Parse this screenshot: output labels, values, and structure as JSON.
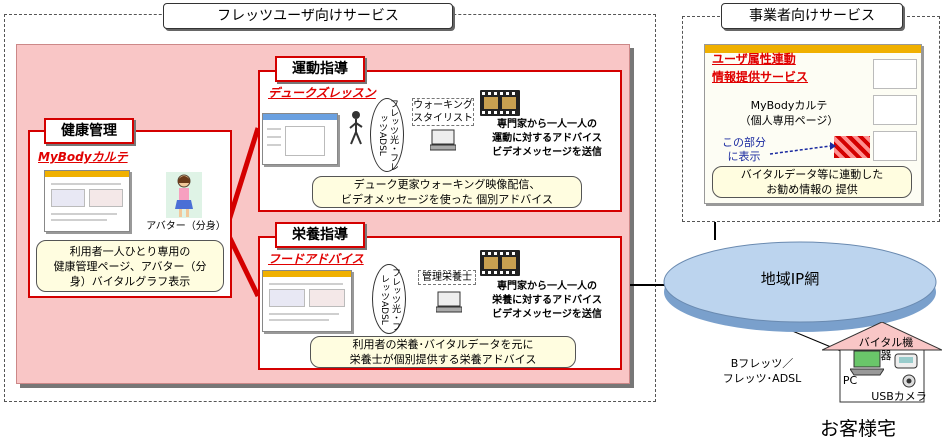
{
  "regions": {
    "flets_services": "フレッツユーザ向けサービス",
    "business_services": "事業者向けサービス"
  },
  "health": {
    "label": "健康管理",
    "title": "MyBodyカルテ",
    "avatar_caption": "アバター（分身）",
    "description": "利用者一人ひとり専用の\n健康管理ページ、アバター（分\n身）バイタルグラフ表示"
  },
  "exercise": {
    "label": "運動指導",
    "title": "デュークズレッスン",
    "line_label": "フレッツ光・フレッツADSL",
    "person_label": "ウォーキング\nスタイリスト",
    "advice": "専門家から一人一人の\n運動に対するアドバイス\nビデオメッセージを送信",
    "description": "デューク更家ウォーキング映像配信、\nビデオメッセージを使った 個別アドバイス"
  },
  "nutrition": {
    "label": "栄養指導",
    "title": "フードアドバイス",
    "line_label": "フレッツ光・フレッツADSL",
    "person_label": "管理栄養士",
    "advice": "専門家から一人一人の\n栄養に対するアドバイス\nビデオメッセージを送信",
    "description": "利用者の栄養･バイタルデータを元に\n栄養士が個別提供する栄養アドバイス"
  },
  "business": {
    "title": "ユーザ属性連動\n情報提供サービス",
    "page_caption": "MyBodyカルテ\n（個人専用ページ）",
    "highlight_note": "この部分\nに表示",
    "description": "バイタルデータ等に連動した\nお勧め情報の 提供"
  },
  "network": {
    "label": "地域IP網",
    "access": "Bフレッツ／\nフレッツ･ADSL"
  },
  "home": {
    "label": "お客様宅",
    "vital_device": "バイタル機器",
    "pc": "PC",
    "usb_camera": "USBカメラ"
  },
  "colors": {
    "accent_red": "#d40000",
    "panel_pink": "#f9c6c6",
    "network_blue": "#bcd4ee"
  }
}
